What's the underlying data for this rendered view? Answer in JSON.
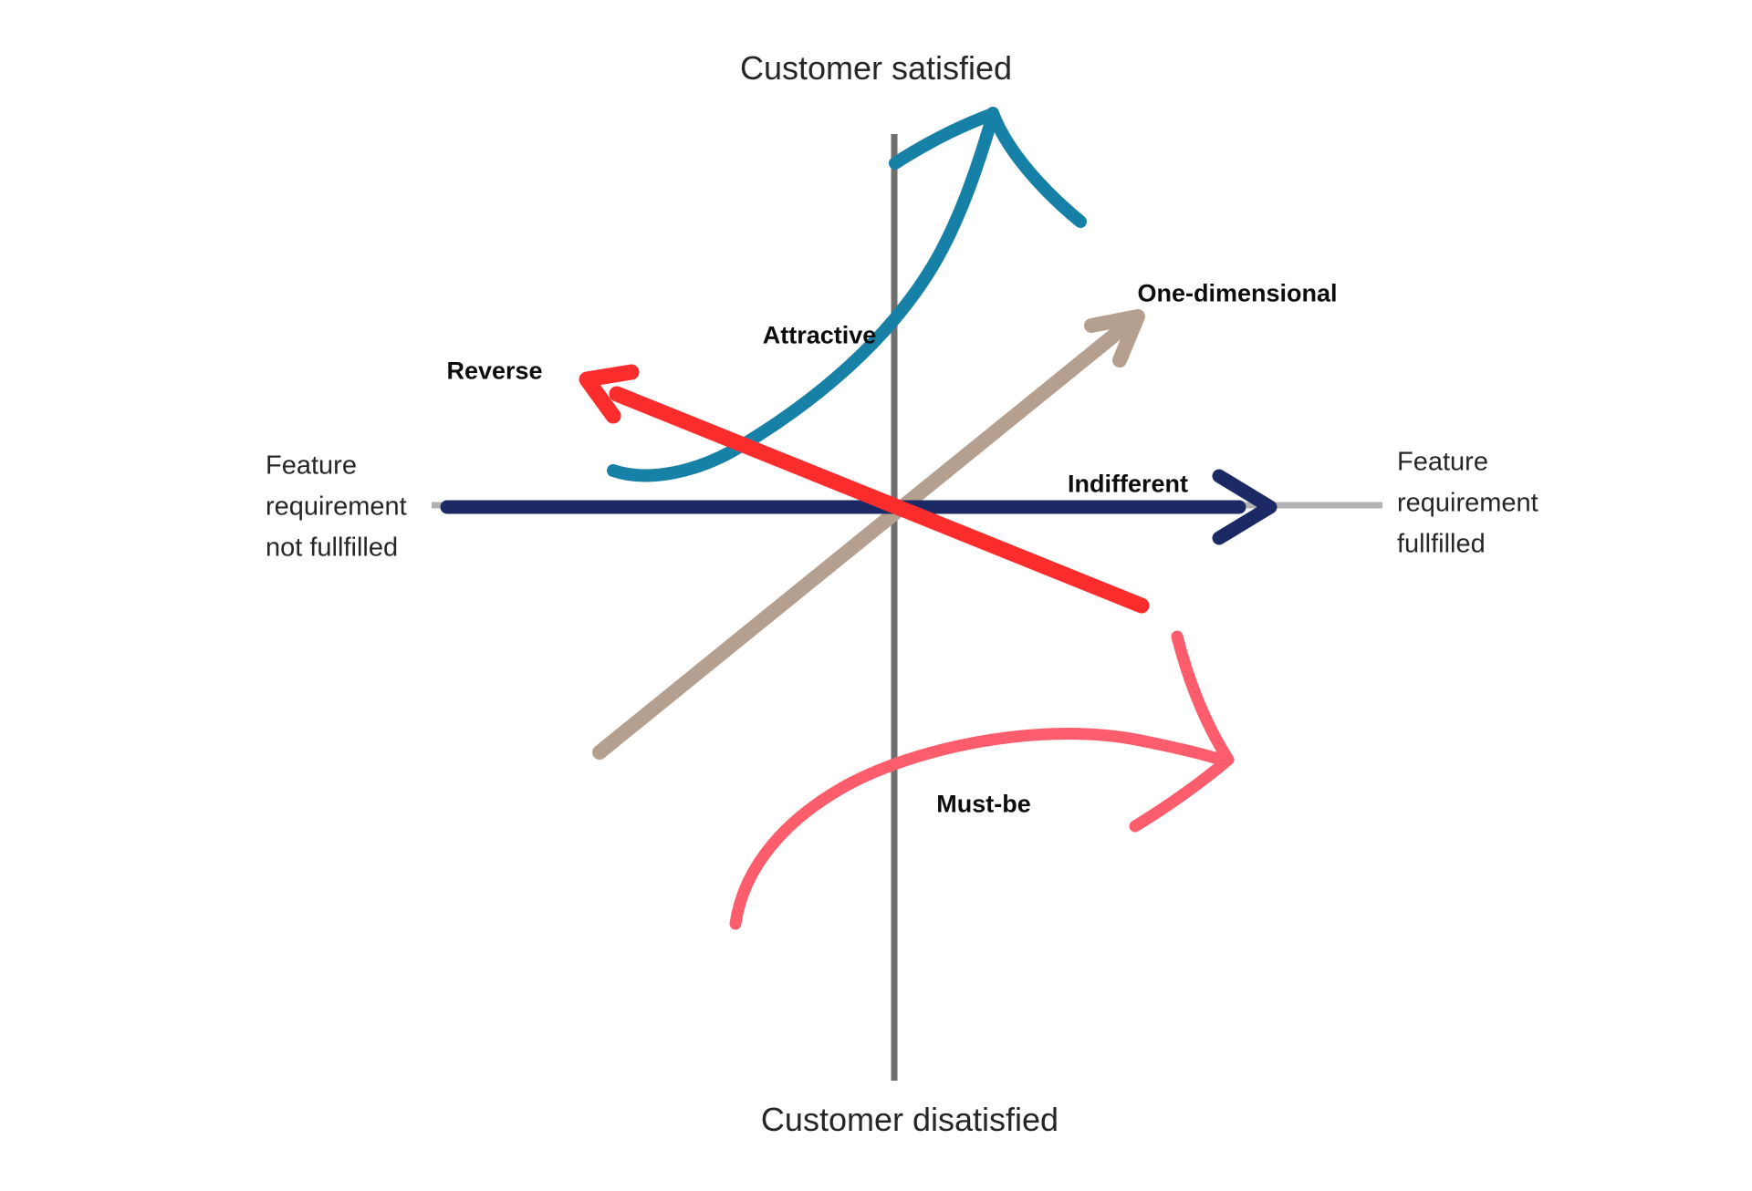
{
  "diagram": {
    "kind": "kano-model",
    "axes": {
      "y_top_label": "Customer satisfied",
      "y_bottom_label": "Customer disatisfied",
      "x_left_label": "Feature\nrequirement\nnot fullfilled",
      "x_right_label": "Feature\nrequirement\nfullfilled",
      "vertical_axis_color": "#6f6f6f",
      "horizontal_axis_color": "#b2b2b2"
    },
    "series": [
      {
        "id": "attractive",
        "label": "Attractive",
        "color": "#1780a7"
      },
      {
        "id": "one_dimensional",
        "label": "One-dimensional",
        "color": "#b5a08f"
      },
      {
        "id": "indifferent",
        "label": "Indifferent",
        "color": "#1b2a64"
      },
      {
        "id": "reverse",
        "label": "Reverse",
        "color": "#fb2c2c"
      },
      {
        "id": "must_be",
        "label": "Must-be",
        "color": "#fb5d6d"
      }
    ],
    "background_color": "#ffffff",
    "text_color": "#242628"
  }
}
